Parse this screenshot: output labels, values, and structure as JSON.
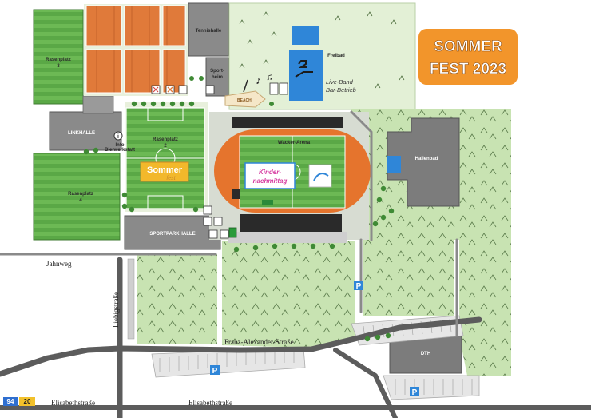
{
  "labels": {
    "tennishalle": "Tennishalle",
    "sportheim_1": "Sport-",
    "sportheim_2": "heim",
    "freibad": "Freibad",
    "liveband_1": "Live-Band",
    "liveband_2": "Bar-Betrieb",
    "beach": "BEACH",
    "rasenplatz3_1": "Rasenplatz",
    "rasenplatz3_2": "3",
    "rasenplatz2_1": "Rasenplatz",
    "rasenplatz2_2": "2",
    "rasenplatz4_1": "Rasenplatz",
    "rasenplatz4_2": "4",
    "linkhalle": "LINKHALLE",
    "info_1": "Info",
    "info_2": "Bierwerkstatt",
    "wacker_arena": "Wacker-Arena",
    "hallenbad": "Hallenbad",
    "sportparkhalle": "SPORTPARKHALLE",
    "dth": "DTH",
    "kinder_1": "Kinder-",
    "kinder_2": "nachmittag",
    "sommer_sign_1": "Sommer",
    "sommer_sign_2": "fest",
    "jahnweg": "Jahnweg",
    "liebigstrasse": "Liebigstraße",
    "franz_alexander": "Franz-Alexander-Straße",
    "elisabeth_1": "Elisabethstraße",
    "elisabeth_2": "Elisabethstraße",
    "parking": "P",
    "bus_1": "94",
    "bus_2": "20"
  },
  "logo": {
    "line1": "SOMMER",
    "line2": "FEST 2023"
  },
  "colors": {
    "field": "#5fb04a",
    "field_stripe": "#7cc466",
    "park": "#c8e3b2",
    "clay": "#e07a3a",
    "building": "#7c7c7c",
    "road": "#5c5c5c",
    "water": "#2f86d8",
    "track": "#e5742d",
    "logo_orange": "#f2952b"
  }
}
